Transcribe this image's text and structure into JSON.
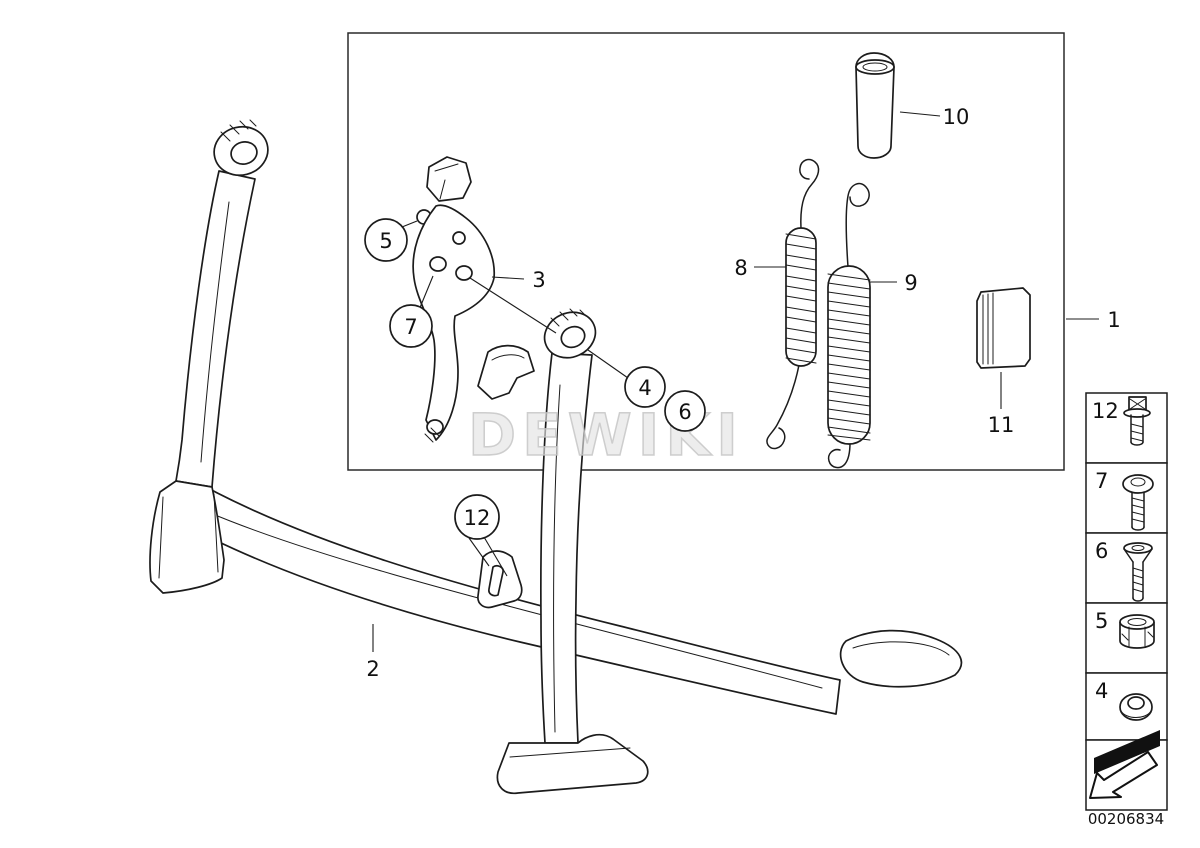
{
  "diagram": {
    "watermark": "DEWIKI",
    "part_code": "00206834",
    "callouts": {
      "1": "1",
      "2": "2",
      "3": "3",
      "4": "4",
      "5": "5",
      "6": "6",
      "7": "7",
      "8": "8",
      "9": "9",
      "10": "10",
      "11": "11",
      "12": "12"
    },
    "legend": {
      "items": [
        {
          "label": "12",
          "icon": "pivot-pin-icon"
        },
        {
          "label": "7",
          "icon": "pan-head-screw-icon"
        },
        {
          "label": "6",
          "icon": "countersunk-screw-icon"
        },
        {
          "label": "5",
          "icon": "lock-nut-icon"
        },
        {
          "label": "4",
          "icon": "bushing-icon"
        }
      ],
      "nav_icon": "direction-arrow"
    },
    "colors": {
      "line": "#1c1c1c",
      "watermark": "#e3e3e3",
      "background": "#ffffff"
    }
  }
}
